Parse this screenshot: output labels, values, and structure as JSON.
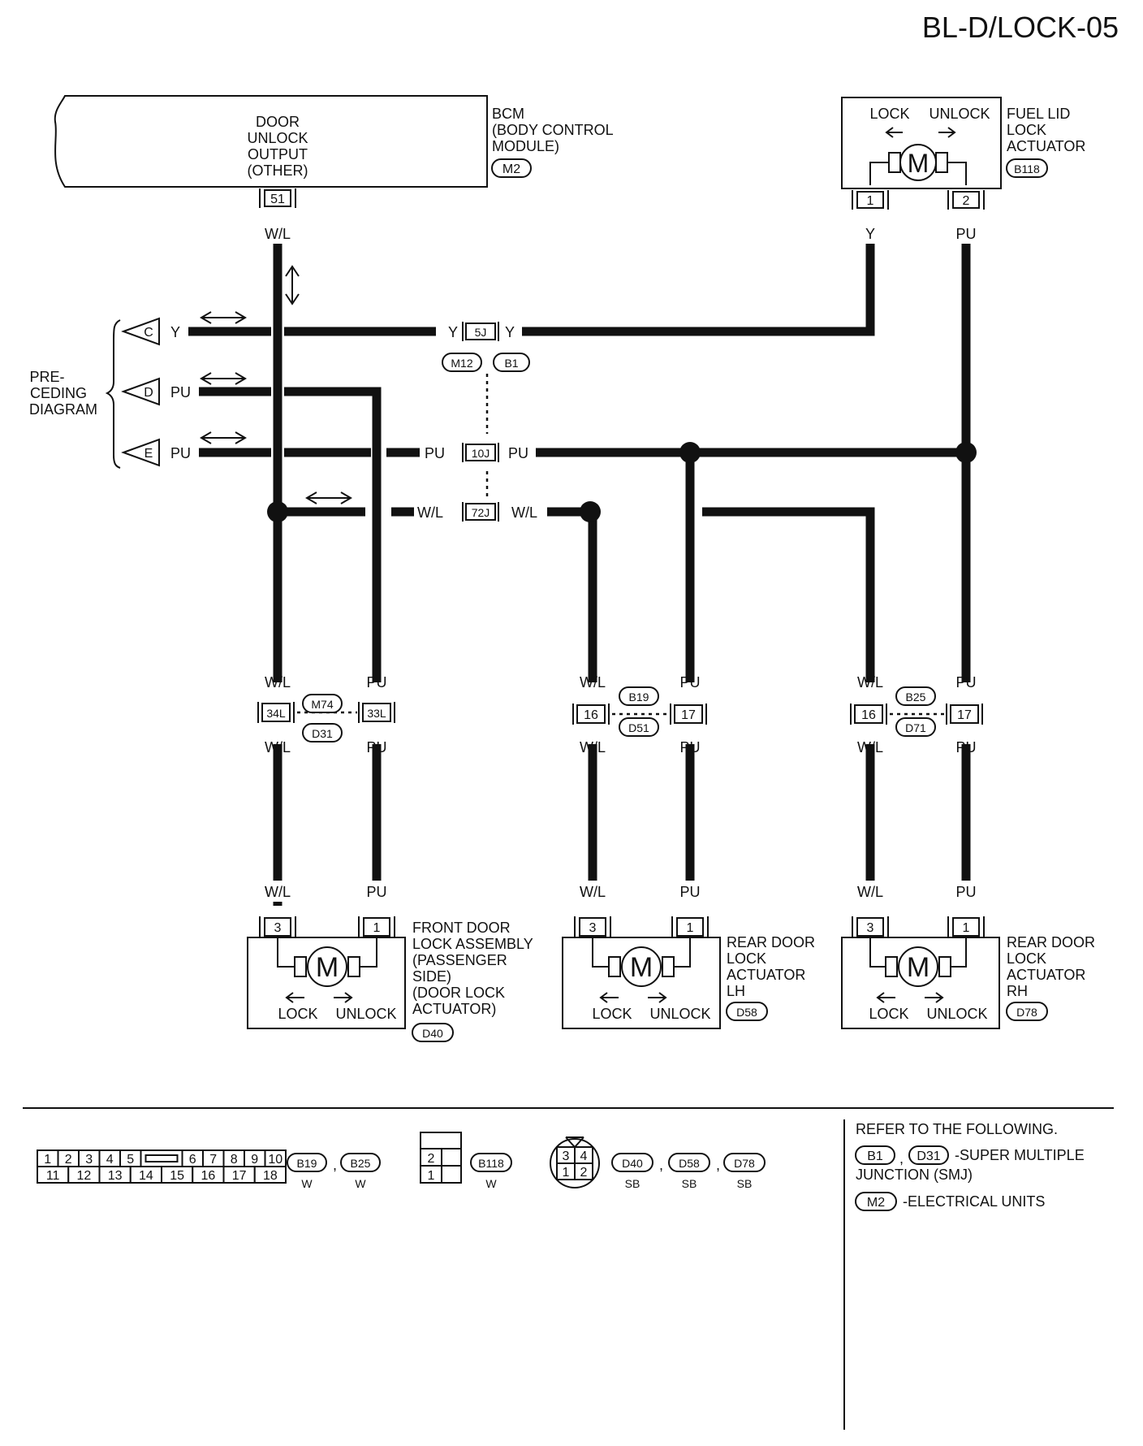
{
  "page_code": "BL-D/LOCK-05",
  "bcm": {
    "output_lines": [
      "DOOR",
      "UNLOCK",
      "OUTPUT",
      "(OTHER)"
    ],
    "name_lines": [
      "BCM",
      "(BODY CONTROL",
      " MODULE)"
    ],
    "connector": "M2",
    "terminal": "51",
    "wire": "W/L"
  },
  "fuel_lid": {
    "lock": "LOCK",
    "unlock": "UNLOCK",
    "motor": "M",
    "name_lines": [
      "FUEL LID",
      "LOCK",
      "ACTUATOR"
    ],
    "connector": "B118",
    "pins": [
      "1",
      "2"
    ],
    "wires": [
      "Y",
      "PU"
    ]
  },
  "preceding": {
    "label_lines": [
      "PRE-",
      "CEDING",
      "DIAGRAM"
    ],
    "arrows": [
      {
        "letter": "C",
        "wire": "Y"
      },
      {
        "letter": "D",
        "wire": "PU"
      },
      {
        "letter": "E",
        "wire": "PU"
      }
    ]
  },
  "joint": {
    "terminals": [
      "5J",
      "10J",
      "72J"
    ],
    "connectors": [
      "M12",
      "B1"
    ],
    "wires": {
      "y": "Y",
      "pu": "PU",
      "wl": "W/L"
    }
  },
  "front_door": {
    "connector_pair": [
      "M74",
      "D31"
    ],
    "pins": [
      "34L",
      "33L"
    ],
    "wires": [
      "W/L",
      "PU"
    ],
    "actuator_pins": [
      "3",
      "1"
    ],
    "motor": "M",
    "lock": "LOCK",
    "unlock": "UNLOCK",
    "name_lines": [
      "FRONT DOOR",
      "LOCK ASSEMBLY",
      "(PASSENGER",
      " SIDE)",
      "(DOOR LOCK",
      " ACTUATOR)"
    ],
    "connector": "D40"
  },
  "rear_lh": {
    "connector_pair": [
      "B19",
      "D51"
    ],
    "pins": [
      "16",
      "17"
    ],
    "wires": [
      "W/L",
      "PU"
    ],
    "actuator_pins": [
      "3",
      "1"
    ],
    "motor": "M",
    "lock": "LOCK",
    "unlock": "UNLOCK",
    "name_lines": [
      "REAR DOOR",
      "LOCK",
      "ACTUATOR",
      "LH"
    ],
    "connector": "D58"
  },
  "rear_rh": {
    "connector_pair": [
      "B25",
      "D71"
    ],
    "pins": [
      "16",
      "17"
    ],
    "wires": [
      "W/L",
      "PU"
    ],
    "actuator_pins": [
      "3",
      "1"
    ],
    "motor": "M",
    "lock": "LOCK",
    "unlock": "UNLOCK",
    "name_lines": [
      "REAR DOOR",
      "LOCK",
      "ACTUATOR",
      "RH"
    ],
    "connector": "D78"
  },
  "legend": {
    "conn20": {
      "top": [
        "1",
        "2",
        "3",
        "4",
        "5",
        "6",
        "7",
        "8",
        "9",
        "10"
      ],
      "bottom": [
        "11",
        "12",
        "13",
        "14",
        "15",
        "16",
        "17",
        "18"
      ],
      "ids": [
        "B19",
        "B25"
      ],
      "colors": [
        "W",
        "W"
      ]
    },
    "conn2": {
      "pins": [
        "2",
        "1"
      ],
      "id": "B118",
      "color": "W"
    },
    "conn4": {
      "pins": [
        "3",
        "4",
        "1",
        "2"
      ],
      "ids": [
        "D40",
        "D58",
        "D78"
      ],
      "colors": [
        "SB",
        "SB",
        "SB"
      ]
    },
    "separator": ",",
    "refer_title": "REFER TO THE FOLLOWING.",
    "refer_smj_ids": [
      "B1",
      "D31"
    ],
    "refer_smj_text": "-SUPER MULTIPLE",
    "refer_smj_text2": "JUNCTION (SMJ)",
    "refer_eu_id": "M2",
    "refer_eu_text": "-ELECTRICAL UNITS"
  }
}
